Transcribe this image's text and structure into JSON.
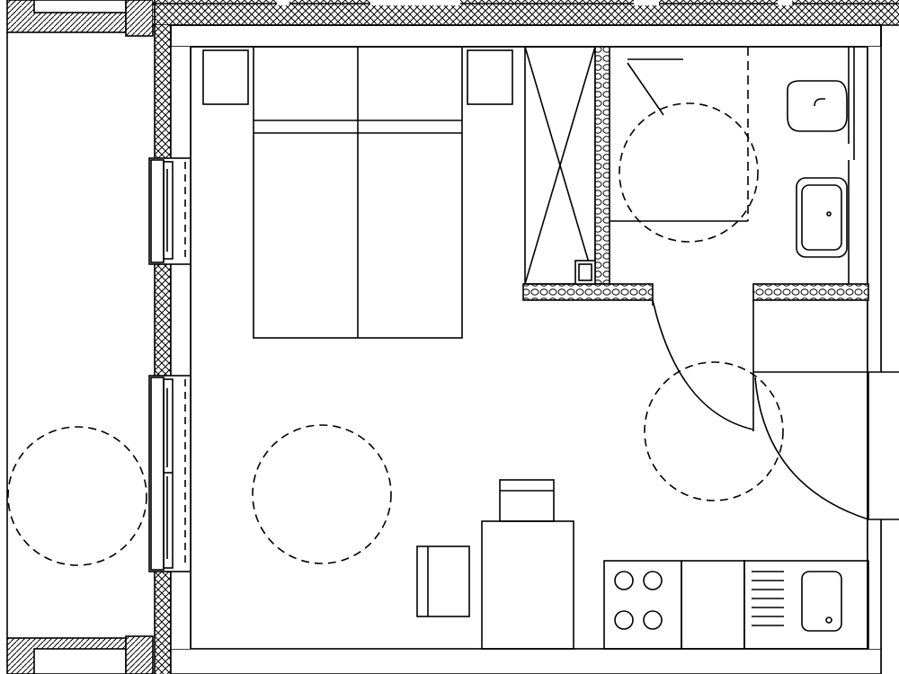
{
  "plan": {
    "rooms": [
      "balcony",
      "living-sleeping-room",
      "wardrobe",
      "bathroom",
      "entrance-hall",
      "kitchenette"
    ],
    "dimension_labels": [],
    "colors": {
      "line": "#000000",
      "background": "#ffffff"
    },
    "symbols": [
      "double-bed",
      "nightstand",
      "wardrobe",
      "shower",
      "toilet",
      "washbasin",
      "stove-4-burner",
      "sink",
      "dining-table",
      "chair",
      "door-swing",
      "turning-circle"
    ]
  }
}
